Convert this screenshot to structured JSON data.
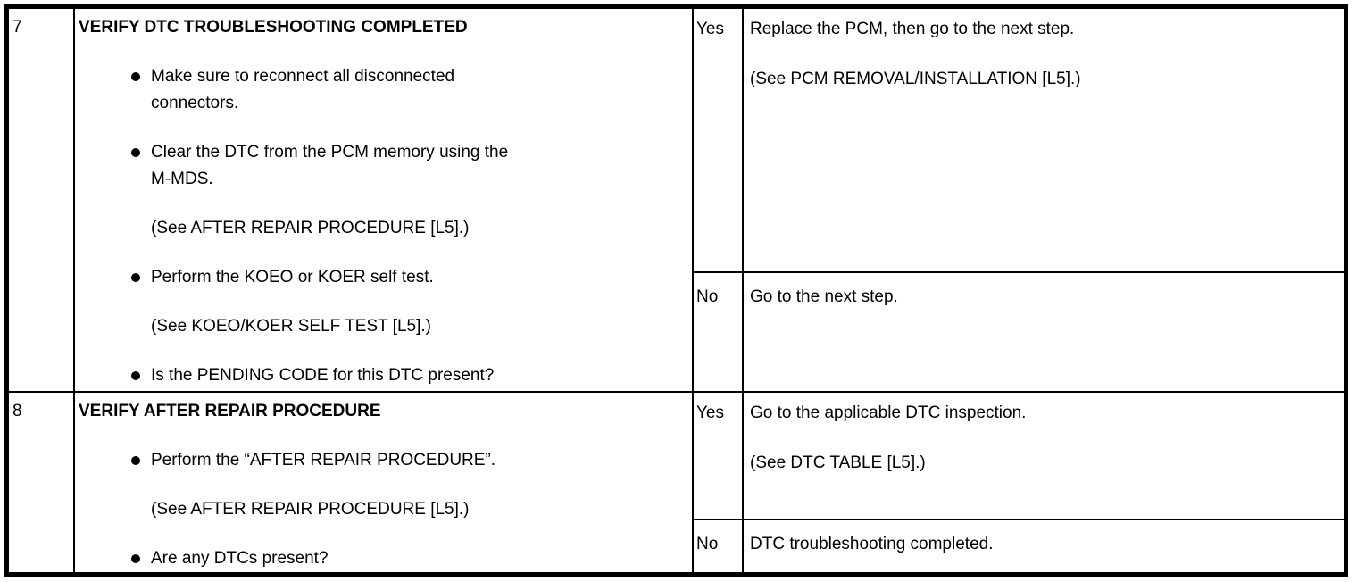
{
  "colors": {
    "background": "#ffffff",
    "text": "#000000",
    "border": "#000000"
  },
  "table": {
    "columns": [
      "step",
      "action",
      "answer",
      "result"
    ],
    "rows": [
      {
        "step": "7",
        "title": "VERIFY DTC TROUBLESHOOTING COMPLETED",
        "items": [
          {
            "bullet": true,
            "lines": [
              "Make sure to reconnect all disconnected",
              "connectors."
            ]
          },
          {
            "bullet": true,
            "lines": [
              "Clear the DTC from the PCM memory using the",
              "M-MDS."
            ]
          },
          {
            "bullet": false,
            "lines": [
              "(See AFTER REPAIR PROCEDURE [L5].)"
            ]
          },
          {
            "bullet": true,
            "lines": [
              "Perform the KOEO or KOER self test."
            ]
          },
          {
            "bullet": false,
            "lines": [
              "(See KOEO/KOER SELF TEST [L5].)"
            ]
          },
          {
            "bullet": true,
            "lines": [
              "Is the PENDING CODE for this DTC present?"
            ]
          }
        ],
        "yes": {
          "label": "Yes",
          "lines": [
            "Replace the PCM, then go to the next step.",
            "(See PCM REMOVAL/INSTALLATION [L5].)"
          ]
        },
        "no": {
          "label": "No",
          "lines": [
            "Go to the next step."
          ]
        }
      },
      {
        "step": "8",
        "title": "VERIFY AFTER REPAIR PROCEDURE",
        "items": [
          {
            "bullet": true,
            "lines": [
              "Perform the “AFTER REPAIR PROCEDURE”."
            ]
          },
          {
            "bullet": false,
            "lines": [
              "(See AFTER REPAIR PROCEDURE [L5].)"
            ]
          },
          {
            "bullet": true,
            "lines": [
              "Are any DTCs present?"
            ]
          }
        ],
        "yes": {
          "label": "Yes",
          "lines": [
            "Go to the applicable DTC inspection.",
            "(See DTC TABLE [L5].)"
          ]
        },
        "no": {
          "label": "No",
          "lines": [
            "DTC troubleshooting completed."
          ]
        }
      }
    ]
  }
}
